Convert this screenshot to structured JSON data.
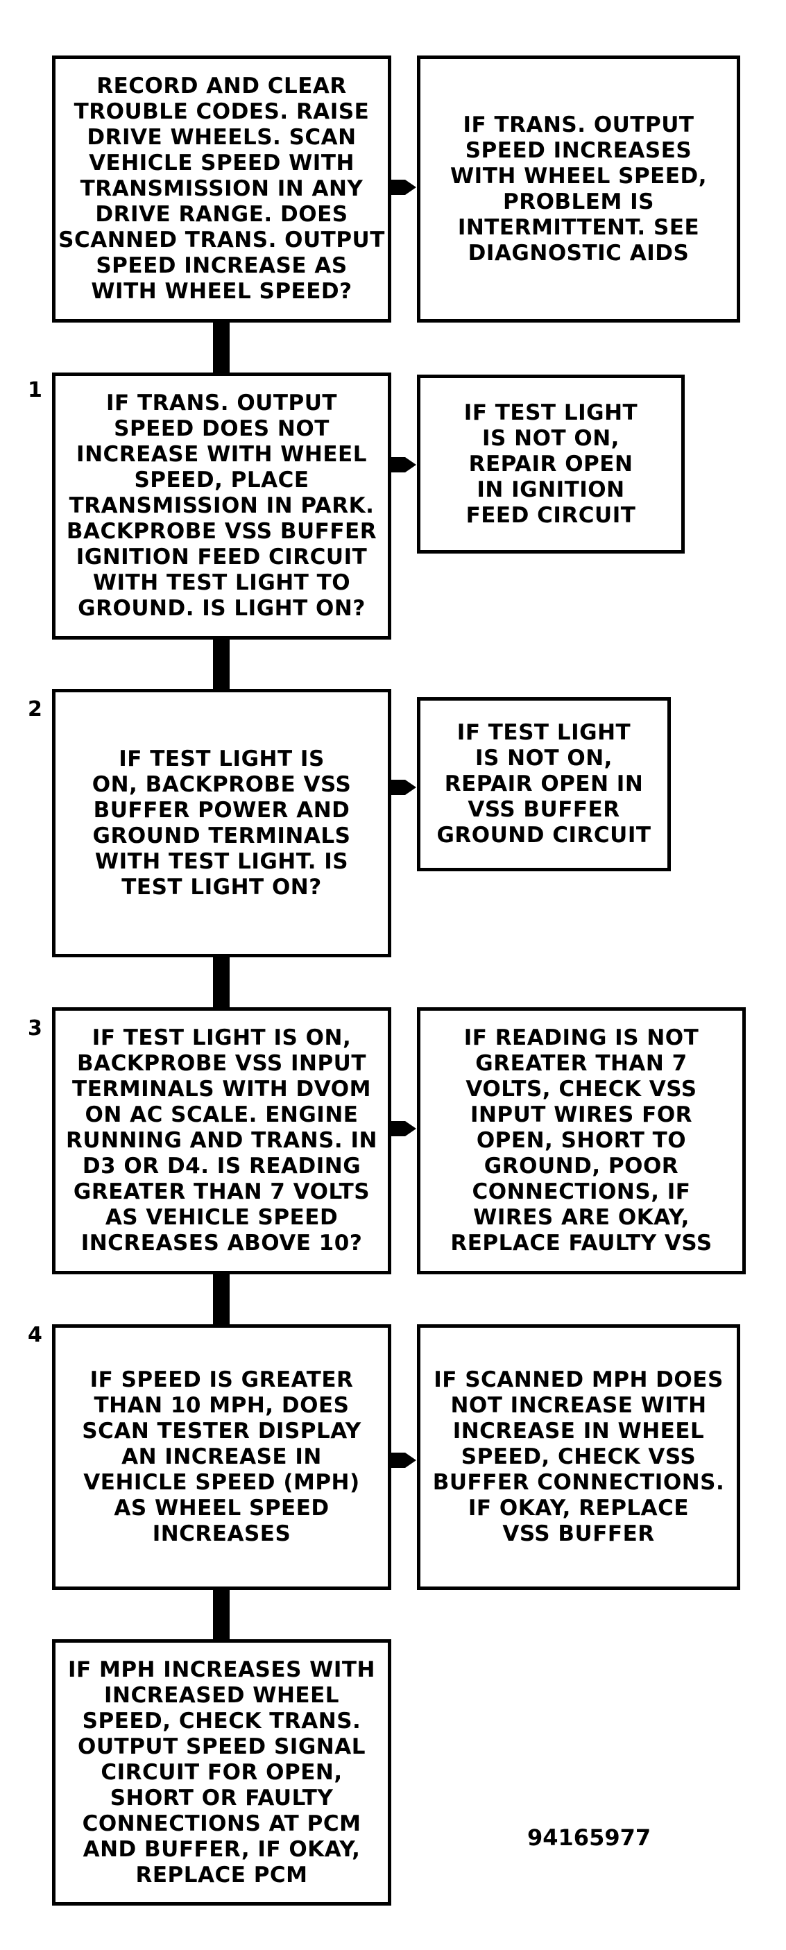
{
  "colors": {
    "ink": "#000000",
    "paper": "#ffffff"
  },
  "steps": [
    {
      "number": "",
      "main": "RECORD AND CLEAR\nTROUBLE CODES. RAISE\nDRIVE WHEELS. SCAN\nVEHICLE SPEED WITH\nTRANSMISSION IN ANY\nDRIVE RANGE. DOES\nSCANNED TRANS. OUTPUT\nSPEED INCREASE AS\nWITH WHEEL SPEED?",
      "side": "IF TRANS. OUTPUT\nSPEED INCREASES\nWITH WHEEL SPEED,\nPROBLEM IS\nINTERMITTENT. SEE\nDIAGNOSTIC AIDS"
    },
    {
      "number": "1",
      "main": "IF TRANS. OUTPUT\nSPEED DOES NOT\nINCREASE WITH WHEEL\nSPEED, PLACE\nTRANSMISSION IN PARK.\nBACKPROBE VSS BUFFER\nIGNITION FEED CIRCUIT\nWITH TEST LIGHT TO\nGROUND. IS LIGHT ON?",
      "side": "IF TEST LIGHT\nIS NOT ON,\nREPAIR OPEN\nIN IGNITION\nFEED CIRCUIT"
    },
    {
      "number": "2",
      "main": "IF TEST LIGHT IS\nON, BACKPROBE VSS\nBUFFER POWER AND\nGROUND TERMINALS\nWITH TEST LIGHT. IS\nTEST LIGHT ON?",
      "side": "IF TEST LIGHT\nIS NOT ON,\nREPAIR OPEN IN\nVSS BUFFER\nGROUND CIRCUIT"
    },
    {
      "number": "3",
      "main": "IF TEST LIGHT IS ON,\nBACKPROBE VSS INPUT\nTERMINALS WITH DVOM\nON AC SCALE. ENGINE\nRUNNING AND TRANS. IN\nD3 OR D4. IS READING\nGREATER THAN 7 VOLTS\nAS VEHICLE SPEED\nINCREASES ABOVE 10?",
      "side": "IF READING IS NOT\nGREATER THAN 7\nVOLTS, CHECK VSS\nINPUT WIRES FOR\nOPEN, SHORT TO\nGROUND, POOR\nCONNECTIONS, IF\nWIRES ARE OKAY,\nREPLACE FAULTY VSS"
    },
    {
      "number": "4",
      "main": "IF SPEED IS GREATER\nTHAN 10 MPH, DOES\nSCAN TESTER DISPLAY\nAN INCREASE IN\nVEHICLE SPEED (MPH)\nAS WHEEL SPEED\nINCREASES",
      "side": "IF SCANNED MPH DOES\nNOT INCREASE WITH\nINCREASE IN WHEEL\nSPEED, CHECK VSS\nBUFFER CONNECTIONS.\nIF OKAY, REPLACE\nVSS BUFFER"
    }
  ],
  "final": "IF MPH INCREASES WITH\nINCREASED WHEEL\nSPEED, CHECK TRANS.\nOUTPUT SPEED SIGNAL\nCIRCUIT FOR OPEN,\nSHORT OR FAULTY\nCONNECTIONS AT PCM\nAND BUFFER, IF OKAY,\nREPLACE PCM",
  "figure_ref": "94165977"
}
